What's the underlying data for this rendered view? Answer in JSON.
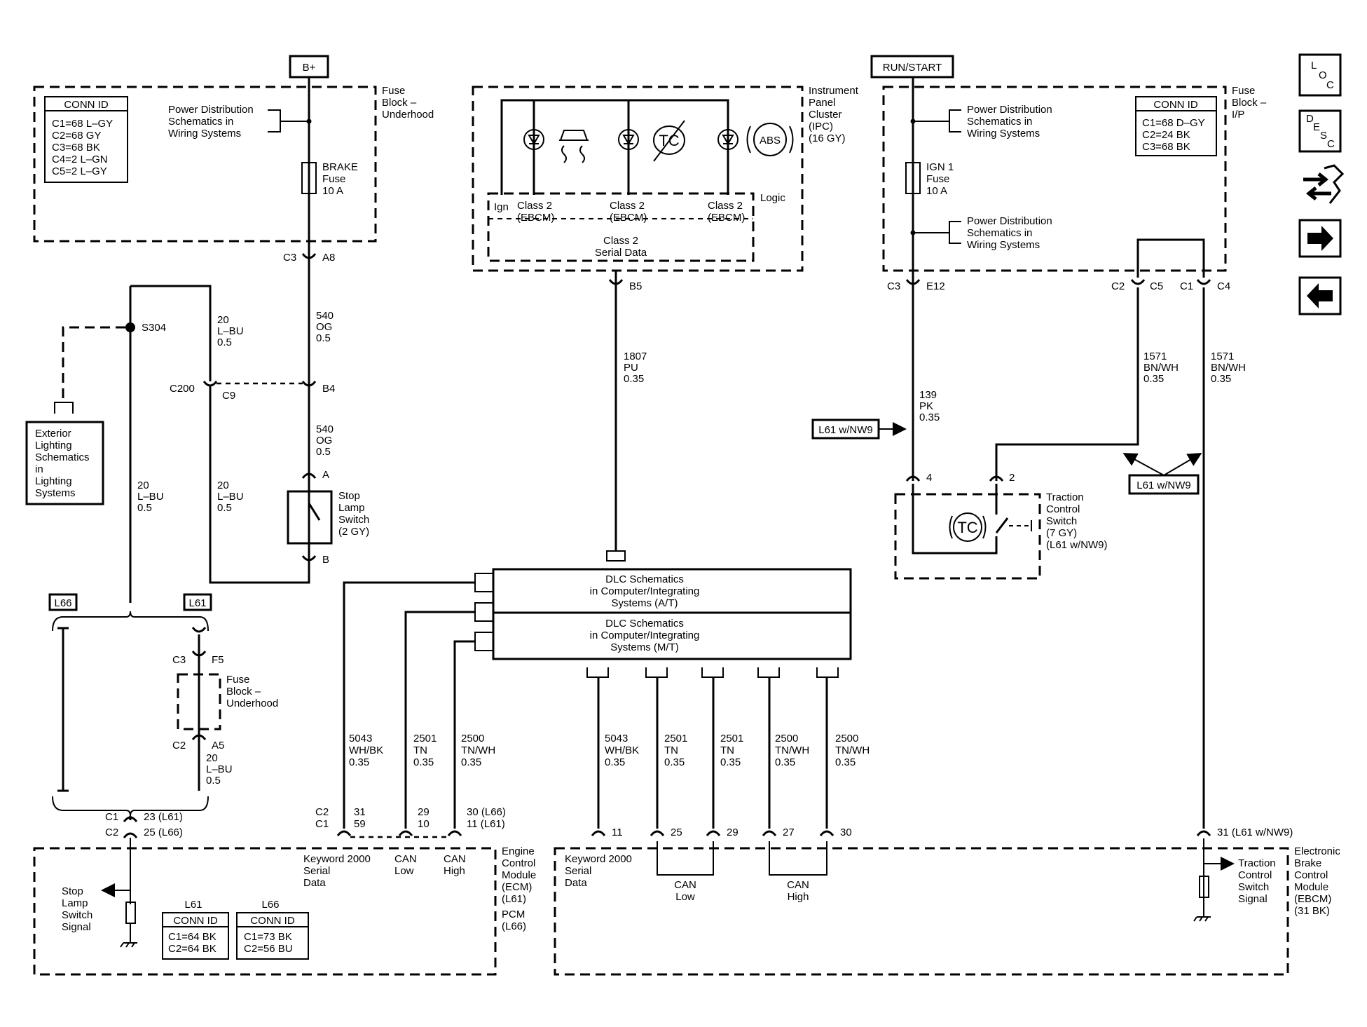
{
  "supplies": {
    "b_plus": "B+",
    "run_start": "RUN/START"
  },
  "fuse_underhood": {
    "title": [
      "Fuse",
      "Block –",
      "Underhood"
    ],
    "conn_title": "CONN ID",
    "conn": [
      "C1=68 L–GY",
      "C2=68 GY",
      "C3=68 BK",
      "C4=2 L–GN",
      "C5=2 L–GY"
    ],
    "power_ref": [
      "Power Distribution",
      "Schematics in",
      "Wiring Systems"
    ],
    "fuse": [
      "BRAKE",
      "Fuse",
      "10 A"
    ]
  },
  "ipc": {
    "title": [
      "Instrument",
      "Panel",
      "Cluster",
      "(IPC)",
      "(16 GY)"
    ],
    "ign": "Ign",
    "class2": [
      "Class 2",
      "(EBCM)"
    ],
    "logic": "Logic",
    "serial": [
      "Class 2",
      "Serial Data"
    ],
    "abs": "ABS",
    "tc": "TC"
  },
  "fuse_ip": {
    "title": [
      "Fuse",
      "Block –",
      "I/P"
    ],
    "conn_title": "CONN ID",
    "conn": [
      "C1=68 D–GY",
      "C2=24 BK",
      "C3=68 BK"
    ],
    "power_ref": [
      "Power Distribution",
      "Schematics in",
      "Wiring Systems"
    ],
    "fuse": [
      "IGN 1",
      "Fuse",
      "10 A"
    ]
  },
  "pins": {
    "c3": "C3",
    "a8": "A8",
    "b5": "B5",
    "e12": "E12",
    "c2": "C2",
    "c5": "C5",
    "c1": "C1",
    "c4": "C4",
    "c200": "C200",
    "c9": "C9",
    "b4": "B4",
    "a": "A",
    "b": "B",
    "s304": "S304",
    "f5": "F5",
    "a5": "A5",
    "p4": "4",
    "p2": "2",
    "ecm_c1_pins": "23 (L61)",
    "ecm_c2_pins": "25 (L66)",
    "p31": "31",
    "p59": "59",
    "p29": "29",
    "p10": "10",
    "p30_l66": "30 (L66)",
    "p11_l61": "11 (L61)",
    "e11": "11",
    "e25": "25",
    "e29": "29",
    "e27": "27",
    "e30": "30",
    "e31": "31 (L61 w/NW9)"
  },
  "wires": {
    "w540": [
      "540",
      "OG",
      "0.5"
    ],
    "w20": [
      "20",
      "L–BU",
      "0.5"
    ],
    "w1807": [
      "1807",
      "PU",
      "0.35"
    ],
    "w139": [
      "139",
      "PK",
      "0.35"
    ],
    "w1571": [
      "1571",
      "BN/WH",
      "0.35"
    ],
    "w5043": [
      "5043",
      "WH/BK",
      "0.35"
    ],
    "w2501": [
      "2501",
      "TN",
      "0.35"
    ],
    "w2500": [
      "2500",
      "TN/WH",
      "0.35"
    ]
  },
  "option_tags": {
    "l61_nw9": "L61 w/NW9",
    "l66": "L66",
    "l61": "L61"
  },
  "exterior": [
    "Exterior",
    "Lighting",
    "Schematics",
    "in",
    "Lighting",
    "Systems"
  ],
  "stop_switch": [
    "Stop",
    "Lamp",
    "Switch",
    "(2 GY)"
  ],
  "fuse_underhood_2": [
    "Fuse",
    "Block –",
    "Underhood"
  ],
  "dlc": {
    "at": [
      "DLC Schematics",
      "in Computer/Integrating",
      "Systems (A/T)"
    ],
    "mt": [
      "DLC Schematics",
      "in Computer/Integrating",
      "Systems (M/T)"
    ]
  },
  "traction_switch": {
    "label": [
      "Traction",
      "Control",
      "Switch",
      "(7 GY)",
      "(L61 w/NW9)"
    ],
    "icon": "TC"
  },
  "ecm": {
    "title": [
      "Engine",
      "Control",
      "Module",
      "(ECM)",
      "(L61)",
      "PCM",
      "(L66)"
    ],
    "keyword": [
      "Keyword 2000",
      "Serial",
      "Data"
    ],
    "can_low": [
      "CAN",
      "Low"
    ],
    "can_high": [
      "CAN",
      "High"
    ],
    "stop_signal": [
      "Stop",
      "Lamp",
      "Switch",
      "Signal"
    ],
    "l61_hdr": "L61",
    "l66_hdr": "L66",
    "conn_title": "CONN ID",
    "l61_conn": [
      "C1=64 BK",
      "C2=64 BK"
    ],
    "l66_conn": [
      "C1=73 BK",
      "C2=56 BU"
    ]
  },
  "ebcm": {
    "title": [
      "Electronic",
      "Brake",
      "Control",
      "Module",
      "(EBCM)",
      "(31 BK)"
    ],
    "keyword": [
      "Keyword 2000",
      "Serial",
      "Data"
    ],
    "can_low": [
      "CAN",
      "Low"
    ],
    "can_high": [
      "CAN",
      "High"
    ],
    "tc_signal": [
      "Traction",
      "Control",
      "Switch",
      "Signal"
    ]
  },
  "side_nav": {
    "loc": [
      "L",
      "O",
      "C"
    ],
    "desc": [
      "D",
      "E",
      "S",
      "C"
    ]
  }
}
